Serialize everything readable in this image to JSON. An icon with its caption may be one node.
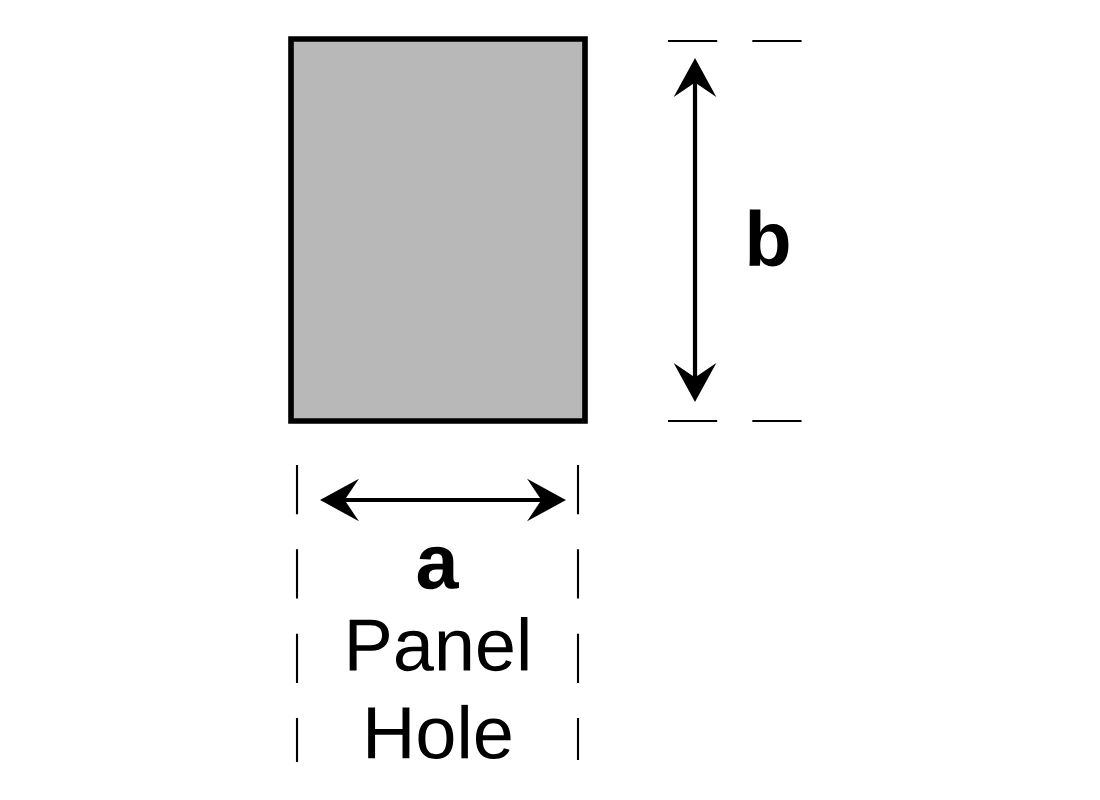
{
  "diagram": {
    "nodes": [
      {
        "text": [],
        "shape": "box"
      }
    ],
    "labels": [
      "b",
      "a",
      "Panel Hole"
    ]
  }
}
